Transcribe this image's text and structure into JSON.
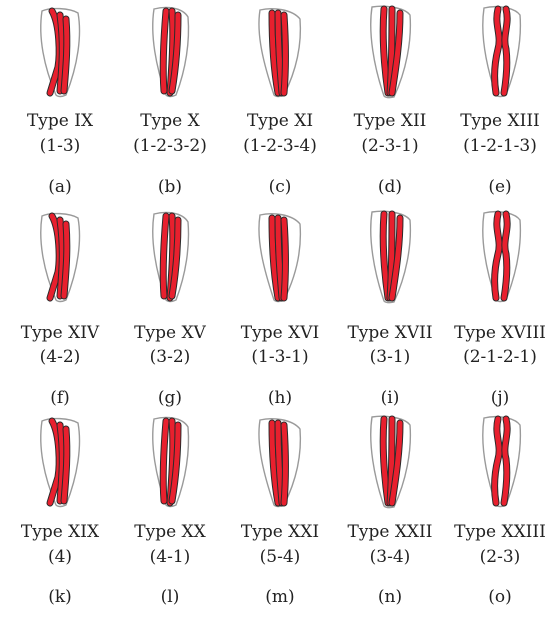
{
  "colors": {
    "canal": "#e8202e",
    "outline": "#9a9a9a",
    "canal_edge": "#2a2a2a"
  },
  "rows": [
    {
      "cells": [
        {
          "type": "Type IX",
          "code": "(1-3)",
          "letter": "(a)"
        },
        {
          "type": "Type X",
          "code": "(1-2-3-2)",
          "letter": "(b)"
        },
        {
          "type": "Type XI",
          "code": "(1-2-3-4)",
          "letter": "(c)"
        },
        {
          "type": "Type XII",
          "code": "(2-3-1)",
          "letter": "(d)"
        },
        {
          "type": "Type XIII",
          "code": "(1-2-1-3)",
          "letter": "(e)"
        }
      ]
    },
    {
      "cells": [
        {
          "type": "Type XIV",
          "code": "(4-2)",
          "letter": "(f)"
        },
        {
          "type": "Type XV",
          "code": "(3-2)",
          "letter": "(g)"
        },
        {
          "type": "Type XVI",
          "code": "(1-3-1)",
          "letter": "(h)"
        },
        {
          "type": "Type XVII",
          "code": "(3-1)",
          "letter": "(i)"
        },
        {
          "type": "Type XVIII",
          "code": "(2-1-2-1)",
          "letter": "(j)"
        }
      ]
    },
    {
      "cells": [
        {
          "type": "Type XIX",
          "code": "(4)",
          "letter": "(k)"
        },
        {
          "type": "Type XX",
          "code": "(4-1)",
          "letter": "(l)"
        },
        {
          "type": "Type XXI",
          "code": "(5-4)",
          "letter": "(m)"
        },
        {
          "type": "Type XXII",
          "code": "(3-4)",
          "letter": "(n)"
        },
        {
          "type": "Type XXIII",
          "code": "(2-3)",
          "letter": "(o)"
        }
      ]
    }
  ]
}
